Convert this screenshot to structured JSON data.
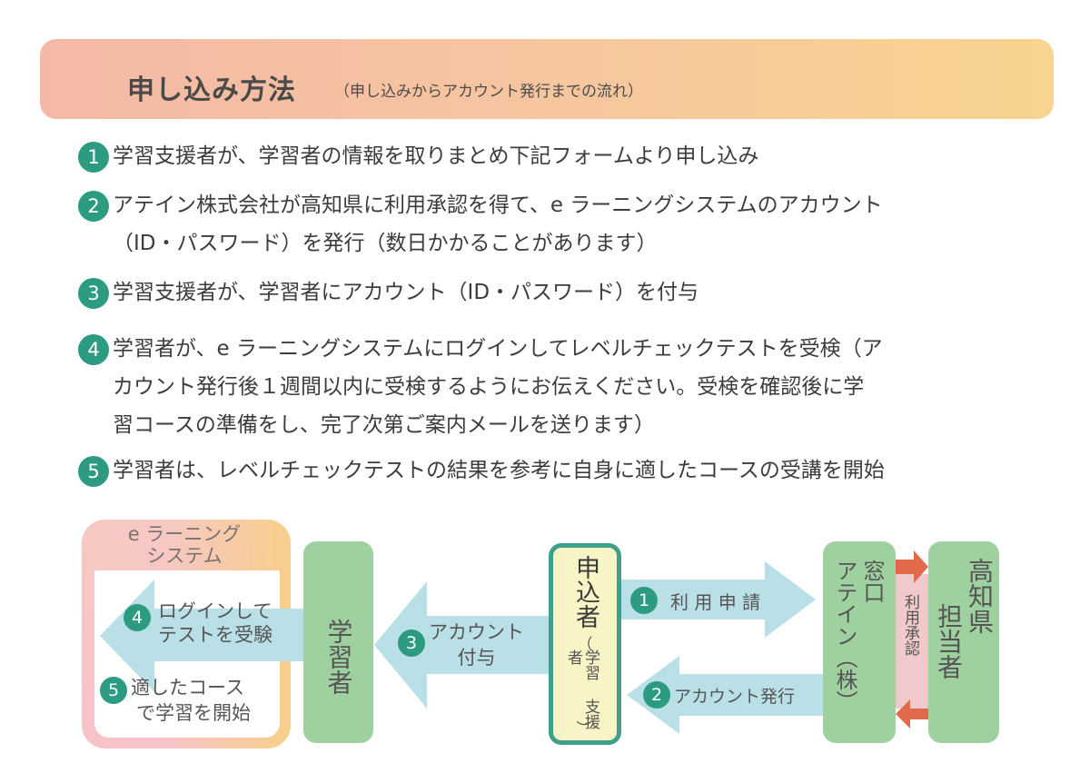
{
  "header": {
    "title": "申し込み方法",
    "subtitle": "（申し込みからアカウント発行までの流れ）"
  },
  "steps": [
    {
      "num": "1",
      "lines": [
        "学習支援者が、学習者の情報を取りまとめ下記フォームより申し込み"
      ]
    },
    {
      "num": "2",
      "lines": [
        "アテイン株式会社が高知県に利用承認を得て、e ラーニングシステムのアカウント",
        "（ID・パスワード）を発行（数日かかることがあります）"
      ]
    },
    {
      "num": "3",
      "lines": [
        "学習支援者が、学習者にアカウント（ID・パスワード）を付与"
      ]
    },
    {
      "num": "4",
      "lines": [
        "学習者が、e ラーニングシステムにログインしてレベルチェックテストを受検（ア",
        "カウント発行後１週間以内に受検するようにお伝えください。受検を確認後に学",
        "習コースの準備をし、完了次第ご案内メールを送ります）"
      ]
    },
    {
      "num": "5",
      "lines": [
        "学習者は、レベルチェックテストの結果を参考に自身に適したコースの受講を開始"
      ]
    }
  ],
  "diagram": {
    "elearning_title": [
      "e ラーニング",
      "システム"
    ],
    "login": {
      "num": "4",
      "lines": [
        "ログインして",
        "テストを受験"
      ]
    },
    "study": {
      "num": "5",
      "lines": [
        "適したコース",
        "で学習を開始"
      ]
    },
    "learner": "学習者",
    "grant": {
      "num": "3",
      "lines": [
        "アカウント",
        "付与"
      ]
    },
    "applicant_main": "申込者",
    "applicant_paren_open": "（",
    "applicant_sub_col1": "学習",
    "applicant_sub_col2": "支援者",
    "applicant_paren_close": "）",
    "apply": {
      "num": "1",
      "label": "利 用 申 請"
    },
    "issue": {
      "num": "2",
      "label": "アカウント発行"
    },
    "window_col1": "窓口",
    "window_col2": "アテイン（株）",
    "approval": "利用承認",
    "kochi_col1": "高知県",
    "kochi_col2": "担当者"
  },
  "colors": {
    "teal": "#2c9b82",
    "arrow_blue": "#b9e0e6",
    "green_box": "#9fd0a0",
    "red_arrow": "#e06a4a",
    "pink_band": "#f0c9cc"
  }
}
